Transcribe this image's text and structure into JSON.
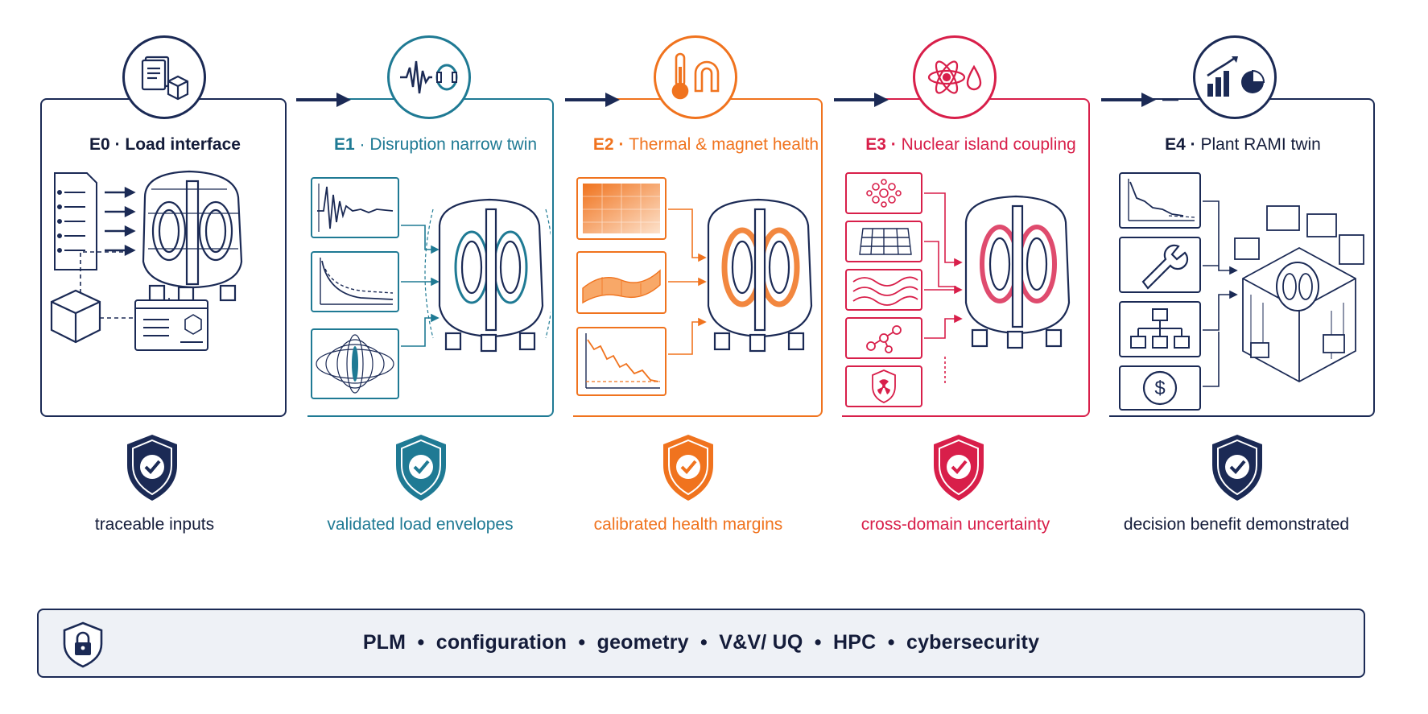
{
  "stages": [
    {
      "code": "E0",
      "sep": "·",
      "title": "Load interface",
      "color": "#1b2a55",
      "caption": "traceable inputs"
    },
    {
      "code": "E1",
      "sep": "·",
      "title": "Disruption narrow twin",
      "color": "#1f7a94",
      "caption": "validated load envelopes"
    },
    {
      "code": "E2",
      "sep": "·",
      "title": "Thermal & magnet health",
      "color": "#f0731e",
      "caption": "calibrated health margins"
    },
    {
      "code": "E3",
      "sep": "·",
      "title": "Nuclear island coupling",
      "color": "#d81f4a",
      "caption": "cross-domain uncertainty"
    },
    {
      "code": "E4",
      "sep": "·",
      "title": "Plant RAMI twin",
      "color": "#1b2a55",
      "caption": "decision benefit demonstrated"
    }
  ],
  "footer": {
    "items": [
      "PLM",
      "configuration",
      "geometry",
      "V&V/ UQ",
      "HPC",
      "cybersecurity"
    ],
    "separator": "•",
    "icon": "lock-shield-icon"
  },
  "icons": {
    "e0": [
      "document-stack-icon",
      "cube-icon"
    ],
    "e1": [
      "waveform-icon",
      "magnet-ring-icon"
    ],
    "e2": [
      "thermometer-icon",
      "magnet-icon"
    ],
    "e3": [
      "atom-icon",
      "droplet-icon"
    ],
    "e4": [
      "bar-chart-icon",
      "pie-chart-icon"
    ]
  }
}
